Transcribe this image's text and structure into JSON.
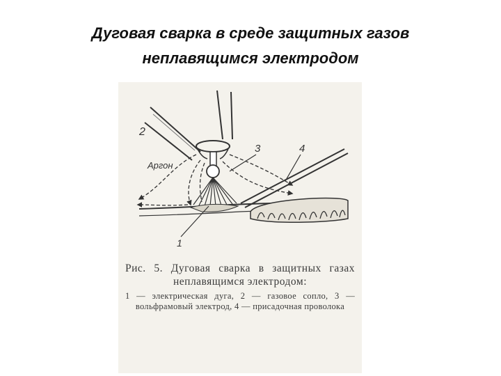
{
  "slide": {
    "title_line1": "Дуговая сварка в среде защитных газов",
    "title_line2": "неплавящимся электродом"
  },
  "figure": {
    "labels": {
      "nozzle": "2",
      "electrode": "3",
      "filler_wire": "4",
      "arc": "1",
      "gas": "Аргон"
    },
    "caption_head": "Рис. 5. Дуговая сварка в защитных газах неплавящимся электродом:",
    "caption_legend": "1 — электрическая дуга, 2 — газовое сопло, 3 — вольфрамовый электрод, 4 — присадочная проволока"
  },
  "colors": {
    "ink": "#333333",
    "paper": "#f4f2ec"
  }
}
